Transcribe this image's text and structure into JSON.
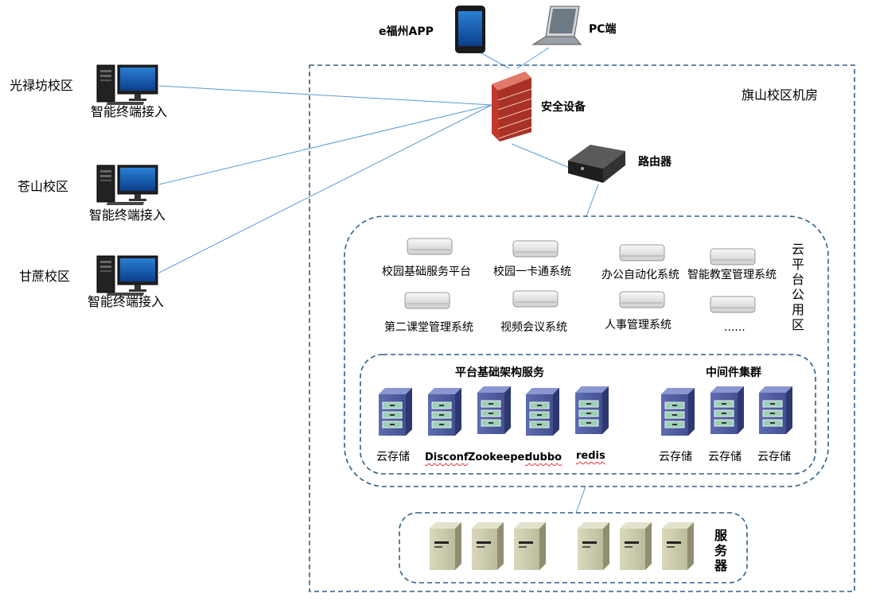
{
  "mobile": {
    "label": "e福州APP",
    "icon": "smartphone-icon"
  },
  "pc": {
    "label": "PC端",
    "icon": "laptop-icon"
  },
  "room": {
    "title": "旗山校区机房"
  },
  "firewall": {
    "label": "安全设备",
    "icon": "firewall-icon"
  },
  "router": {
    "label": "路由器",
    "icon": "router-icon"
  },
  "campuses": [
    {
      "name": "光禄坊校区",
      "terminal": "智能终端接入"
    },
    {
      "name": "苍山校区",
      "terminal": "智能终端接入"
    },
    {
      "name": "甘蔗校区",
      "terminal": "智能终端接入"
    }
  ],
  "cloud_zone": {
    "title": "云平台公用区",
    "systems": [
      "校园基础服务平台",
      "校园一卡通系统",
      "办公自动化系统",
      "智能教室管理系统",
      "第二课堂管理系统",
      "视频会议系统",
      "人事管理系统",
      "......"
    ]
  },
  "infra": {
    "title": "平台基础架构服务",
    "items": [
      "云存储",
      "Disconf",
      "Zookeeper",
      "dubbo",
      "redis"
    ]
  },
  "middleware": {
    "title": "中间件集群",
    "items": [
      "云存储",
      "云存储",
      "云存储"
    ]
  },
  "servers": {
    "title": "服务器"
  },
  "colors": {
    "line": "#5b9bd5",
    "dashed_border": "#2e5f8a",
    "storage": "#4a5a9c",
    "server": "#c8c7a6",
    "firewall": "#c0392b"
  }
}
